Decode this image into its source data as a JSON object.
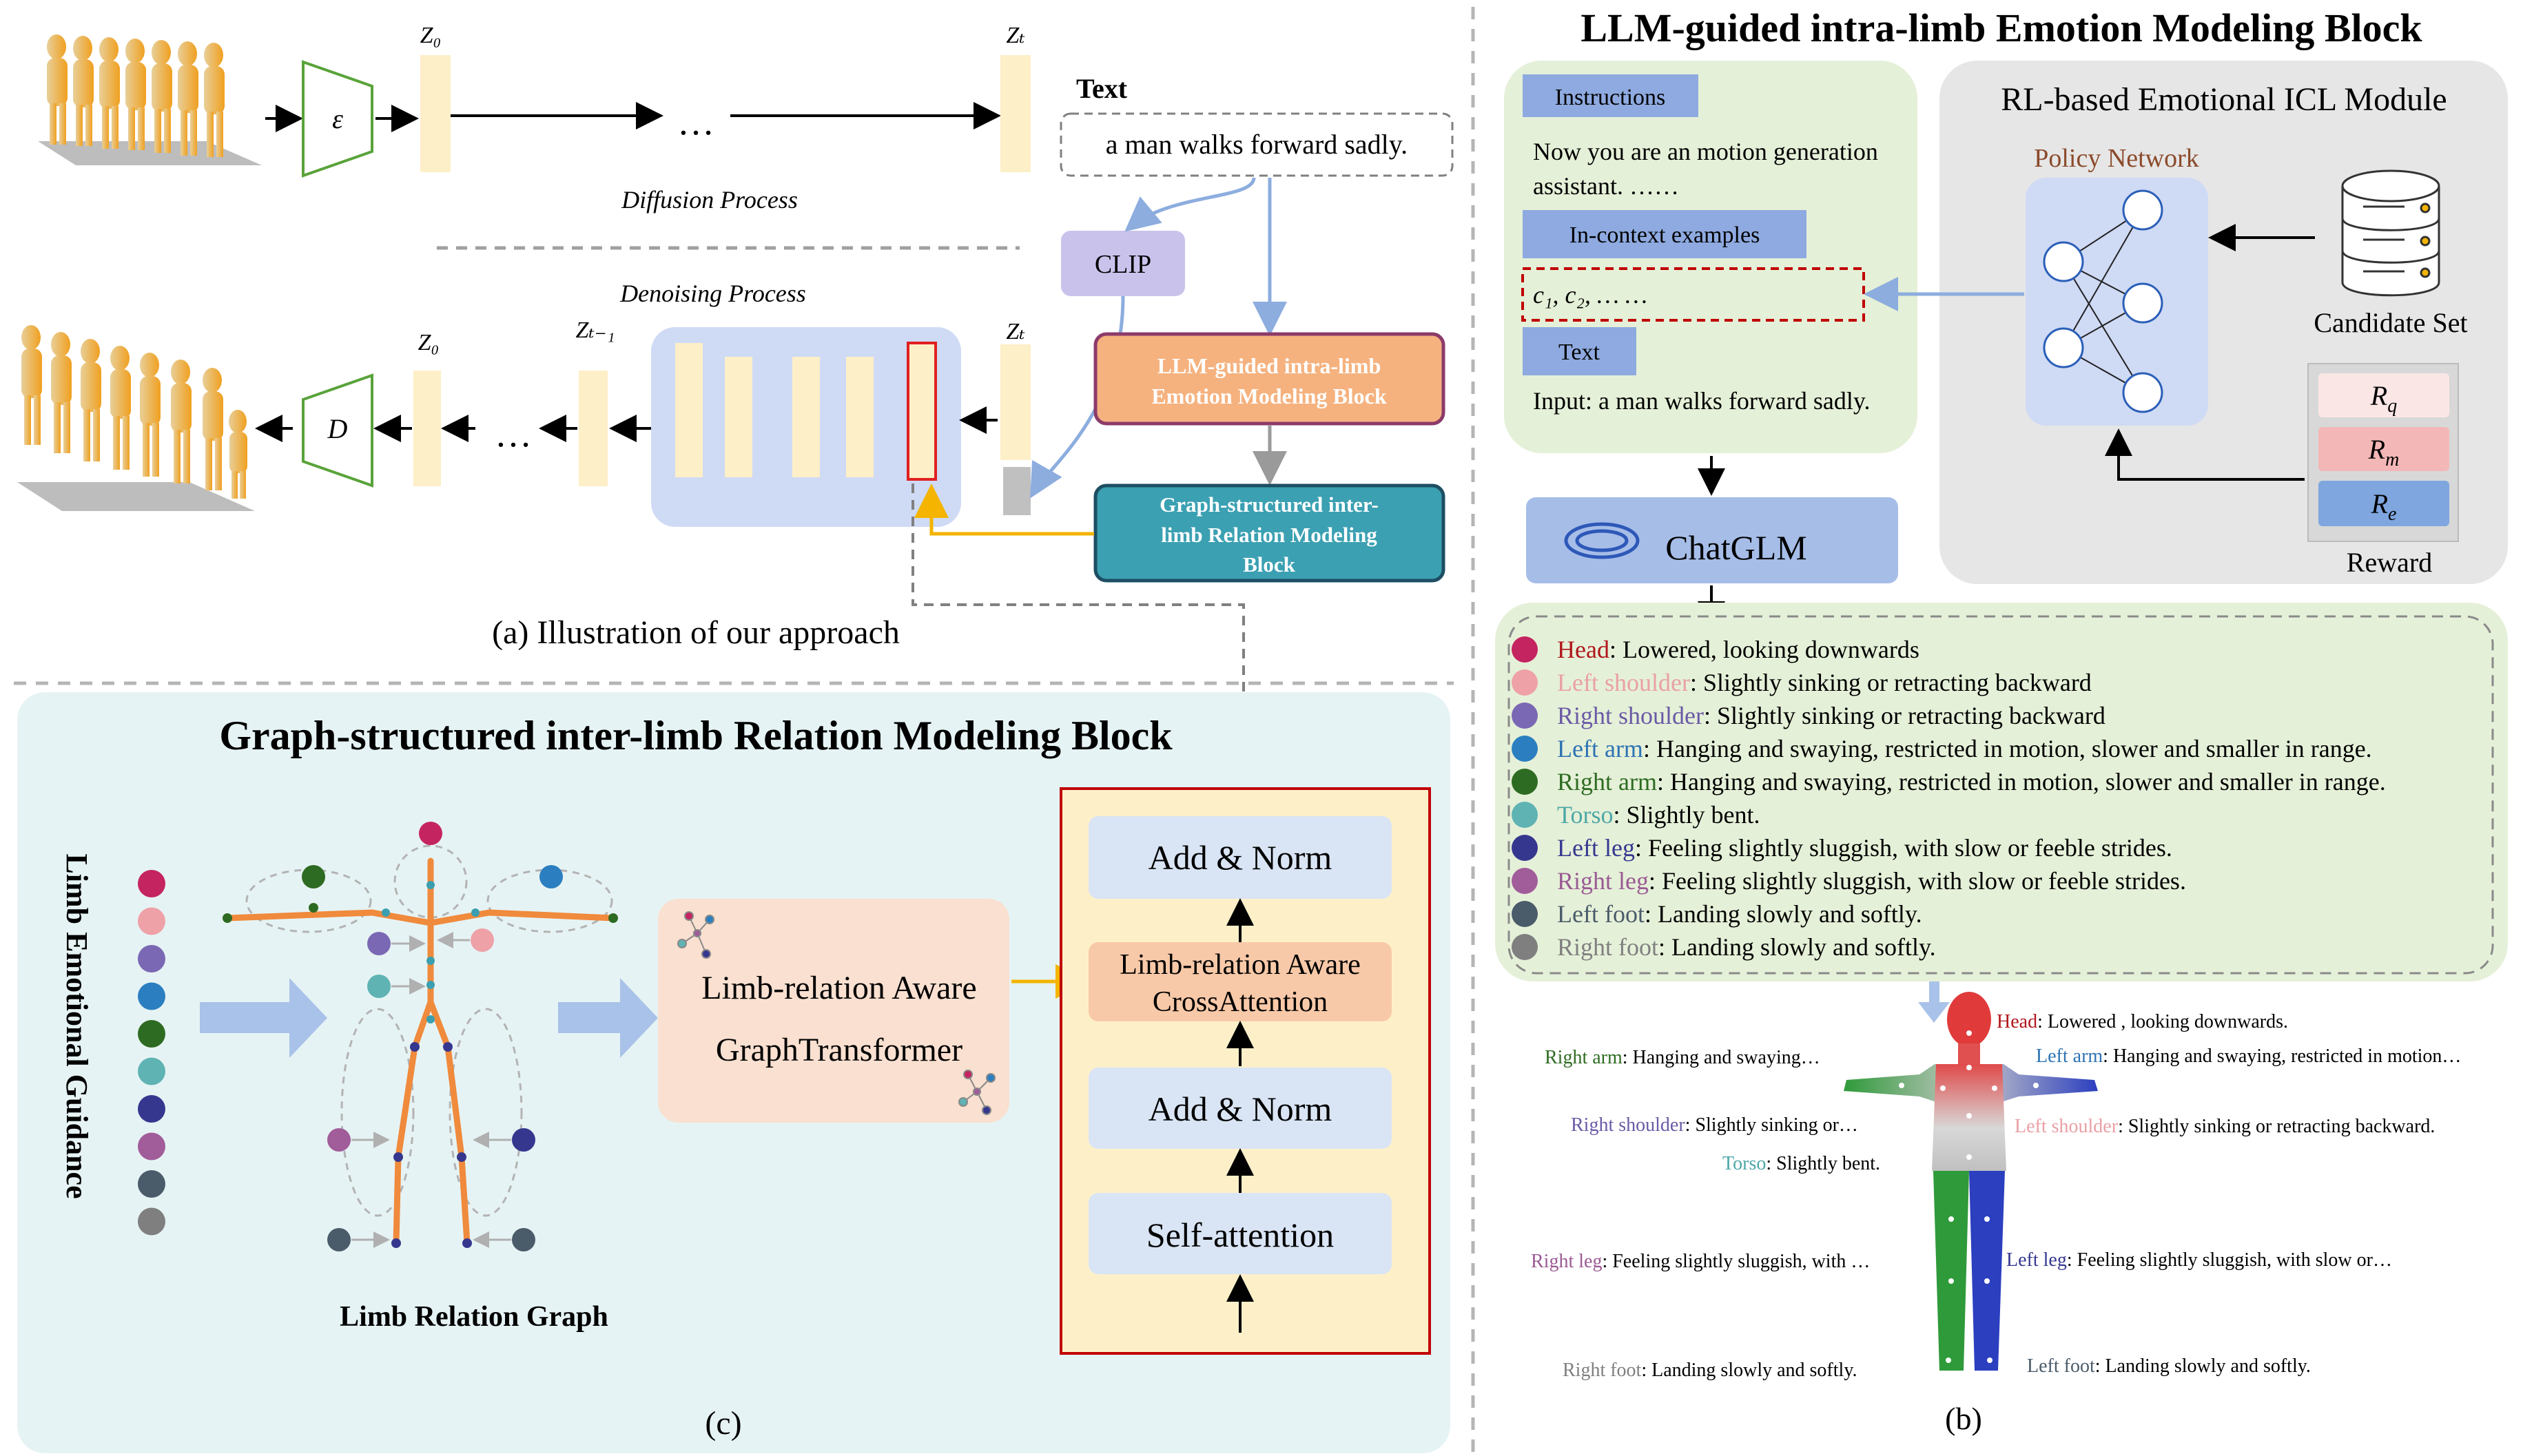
{
  "colors": {
    "encoder_stroke": "#59a33a",
    "latent_fill": "#fdefc7",
    "clip_fill": "#c9c3ec",
    "llm_block_fill": "#f5b27f",
    "llm_block_stroke": "#8c3b6a",
    "graph_block_fill": "#3ba0b2",
    "graph_block_stroke": "#1d4e63",
    "unet_fill": "#cfdaf5",
    "teal_panel": "#e6f3f4",
    "green_panel": "#e5f0d8",
    "gray_panel": "#e6e6e6",
    "node_blue": "#c5d4f2",
    "transformer_border": "#c00000",
    "transformer_fill": "#fdf0c9",
    "orange_edge": "#f08a3c",
    "arrow_blue": "#8cadde",
    "arrow_yellow": "#f4b400"
  },
  "panel_a": {
    "z0_top": "Z₀",
    "zt_top": "Zₜ",
    "encoder_symbol": "ε",
    "decoder_symbol": "D",
    "dots": "…",
    "diffusion_label": "Diffusion Process",
    "denoising_label": "Denoising Process",
    "z0_bottom": "Z₀",
    "zt_minus_1": "Zₜ₋₁",
    "zt_bottom": "Zₜ",
    "text_heading": "Text",
    "text_prompt": "a man walks forward sadly.",
    "clip_label": "CLIP",
    "llm_block_line1": "LLM-guided intra-limb",
    "llm_block_line2": "Emotion Modeling Block",
    "graph_block_line1": "Graph-structured inter-",
    "graph_block_line2": "limb Relation Modeling",
    "graph_block_line3": "Block",
    "caption": "(a) Illustration of our approach"
  },
  "panel_b": {
    "title": "LLM-guided intra-limb Emotion Modeling Block",
    "instructions_tag": "Instructions",
    "instructions_text1": "Now you are an motion generation",
    "instructions_text2": "assistant. ……",
    "icl_tag": "In-context examples",
    "icl_examples": "c₁, c₂, … …",
    "text_tag": "Text",
    "input_text": "Input: a man walks forward sadly.",
    "rl_title": "RL-based Emotional ICL Module",
    "policy_label": "Policy Network",
    "candidate_label": "Candidate Set",
    "reward_q": "R",
    "reward_q_sub": "q",
    "reward_m": "R",
    "reward_m_sub": "m",
    "reward_e": "R",
    "reward_e_sub": "e",
    "reward_label": "Reward",
    "chatglm_label": "ChatGLM",
    "limb_outputs": [
      {
        "part": "Head",
        "desc": ": Lowered, looking downwards",
        "color": "#c4245f",
        "textcolor": "#b0171c"
      },
      {
        "part": "Left shoulder",
        "desc": ": Slightly sinking or retracting backward",
        "color": "#efa1a8",
        "textcolor": "#eaa0a5"
      },
      {
        "part": "Right shoulder",
        "desc": ": Slightly sinking or retracting backward",
        "color": "#7b68b4",
        "textcolor": "#6a5aa5"
      },
      {
        "part": "Left arm",
        "desc": ": Hanging and swaying, restricted in motion, slower and smaller in range.",
        "color": "#2b7fc0",
        "textcolor": "#2d73b3"
      },
      {
        "part": "Right arm",
        "desc": ": Hanging and swaying, restricted in motion, slower and smaller in range.",
        "color": "#2e6b22",
        "textcolor": "#2e6b22"
      },
      {
        "part": "Torso",
        "desc": ": Slightly bent.",
        "color": "#5fb3b3",
        "textcolor": "#4da7a7"
      },
      {
        "part": "Left leg",
        "desc": ": Feeling slightly sluggish, with slow or feeble strides.",
        "color": "#35378f",
        "textcolor": "#35378f"
      },
      {
        "part": "Right leg",
        "desc": ": Feeling slightly sluggish, with slow or feeble strides.",
        "color": "#a15c9a",
        "textcolor": "#9a5a93"
      },
      {
        "part": "Left foot",
        "desc": ": Landing slowly and softly.",
        "color": "#4a5b6a",
        "textcolor": "#4a5b6a"
      },
      {
        "part": "Right foot",
        "desc": ": Landing slowly and softly.",
        "color": "#7f7f7f",
        "textcolor": "#7f7f7f"
      }
    ],
    "body_labels": {
      "head": {
        "part": "Head",
        "desc": ": Lowered , looking downwards."
      },
      "right_arm": {
        "part": "Right arm",
        "desc": ": Hanging and swaying…"
      },
      "left_arm": {
        "part": "Left arm",
        "desc": ": Hanging and swaying, restricted in motion…"
      },
      "right_shoulder": {
        "part": "Right shoulder",
        "desc": ": Slightly sinking or…"
      },
      "left_shoulder": {
        "part": "Left shoulder",
        "desc": ": Slightly sinking or retracting backward."
      },
      "torso": {
        "part": "Torso",
        "desc": ": Slightly bent."
      },
      "right_leg": {
        "part": "Right leg",
        "desc": ": Feeling slightly sluggish, with …"
      },
      "left_leg": {
        "part": "Left leg",
        "desc": ": Feeling slightly sluggish, with slow or…"
      },
      "right_foot": {
        "part": "Right foot",
        "desc": ": Landing slowly and softly."
      },
      "left_foot": {
        "part": "Left foot",
        "desc": ": Landing slowly and softly."
      }
    },
    "caption": "(b)"
  },
  "panel_c": {
    "title": "Graph-structured inter-limb Relation Modeling Block",
    "side_label": "Limb Emotional Guidance",
    "graph_label": "Limb Relation Graph",
    "gt_line1": "Limb-relation Aware",
    "gt_line2": "GraphTransformer",
    "add_norm_top": "Add & Norm",
    "cross_line1": "Limb-relation Aware",
    "cross_line2": "CrossAttention",
    "add_norm_bottom": "Add & Norm",
    "self_attention": "Self-attention",
    "caption": "(c)"
  }
}
